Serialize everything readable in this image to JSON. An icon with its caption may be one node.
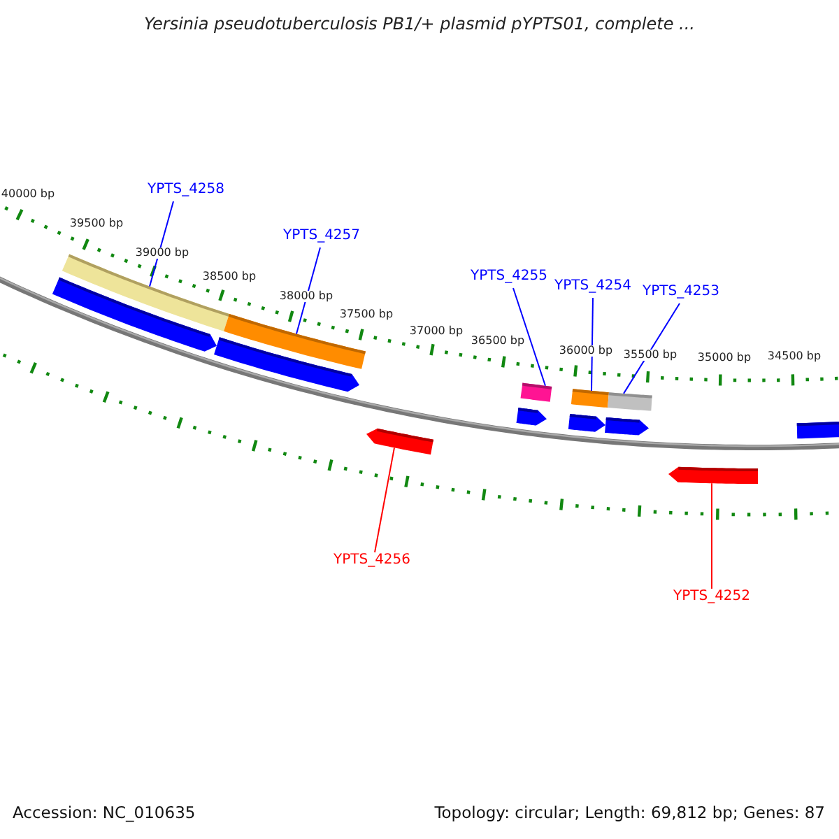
{
  "diagram": {
    "title": "Yersinia pseudotuberculosis PB1/+ plasmid pYPTS01, complete ...",
    "nodes": [
      {
        "text": [
          "YPTS_4258"
        ]
      },
      {
        "text": [
          "YPTS_4257"
        ]
      },
      {
        "text": [
          "YPTS_4255"
        ]
      },
      {
        "text": [
          "YPTS_4254"
        ]
      },
      {
        "text": [
          "YPTS_4253"
        ]
      },
      {
        "text": [
          "YPTS_4256"
        ]
      },
      {
        "text": [
          "YPTS_4252"
        ]
      },
      {
        "text": [],
        "shape": "arrow"
      },
      {
        "text": [],
        "shape": "bar"
      },
      {
        "text": [],
        "shape": "arrow"
      },
      {
        "text": [],
        "shape": "bar"
      },
      {
        "text": [],
        "shape": "arrow"
      },
      {
        "text": [],
        "shape": "arrow"
      },
      {
        "text": [],
        "shape": "bar"
      },
      {
        "text": [],
        "shape": "arrow"
      },
      {
        "text": [],
        "shape": "bar"
      },
      {
        "text": [],
        "shape": "arrow"
      },
      {
        "text": [],
        "shape": "bar"
      },
      {
        "text": [],
        "shape": "arrow"
      },
      {
        "text": [],
        "shape": "arrow"
      }
    ],
    "edges": [
      {
        "from": 0,
        "to": 8,
        "arrow": "none"
      },
      {
        "from": 1,
        "to": 10,
        "arrow": "none"
      },
      {
        "from": 2,
        "to": 13,
        "arrow": "none"
      },
      {
        "from": 3,
        "to": 15,
        "arrow": "none"
      },
      {
        "from": 4,
        "to": 17,
        "arrow": "none"
      },
      {
        "from": 5,
        "to": 11,
        "arrow": "none",
        "color": "#ff0000"
      },
      {
        "from": 6,
        "to": 18,
        "arrow": "none",
        "color": "#ff0000"
      }
    ],
    "labels": [
      "40000 bp",
      "39500 bp",
      "39000 bp",
      "38500 bp",
      "38000 bp",
      "37500 bp",
      "37000 bp",
      "36500 bp",
      "36000 bp",
      "35500 bp",
      "35000 bp",
      "34500 bp",
      "Accession: NC_010635",
      "Topology: circular; Length: 69,812 bp; Genes: 87"
    ]
  }
}
